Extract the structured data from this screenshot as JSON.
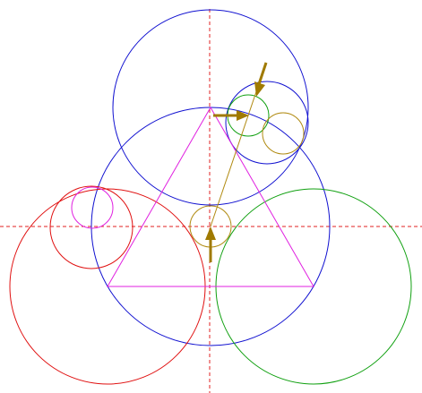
{
  "diagram": {
    "colors": {
      "axis": "#e02020",
      "triangle": "#e020e0",
      "blue": "#1010d0",
      "red": "#e01010",
      "green": "#10a010",
      "olive": "#b08a10",
      "arrow": "#a07a00",
      "magenta": "#e020e0"
    },
    "elements": [
      "horizontal-axis",
      "vertical-axis",
      "large-blue-circle",
      "upper-blue-circle",
      "small-blue-circle",
      "large-red-circle",
      "small-red-circle",
      "magenta-circle",
      "large-green-circle",
      "small-green-circle",
      "olive-circle-center",
      "olive-circle-right",
      "equilateral-triangle",
      "tangent-line",
      "arrow-down",
      "arrow-right",
      "arrow-up"
    ]
  }
}
